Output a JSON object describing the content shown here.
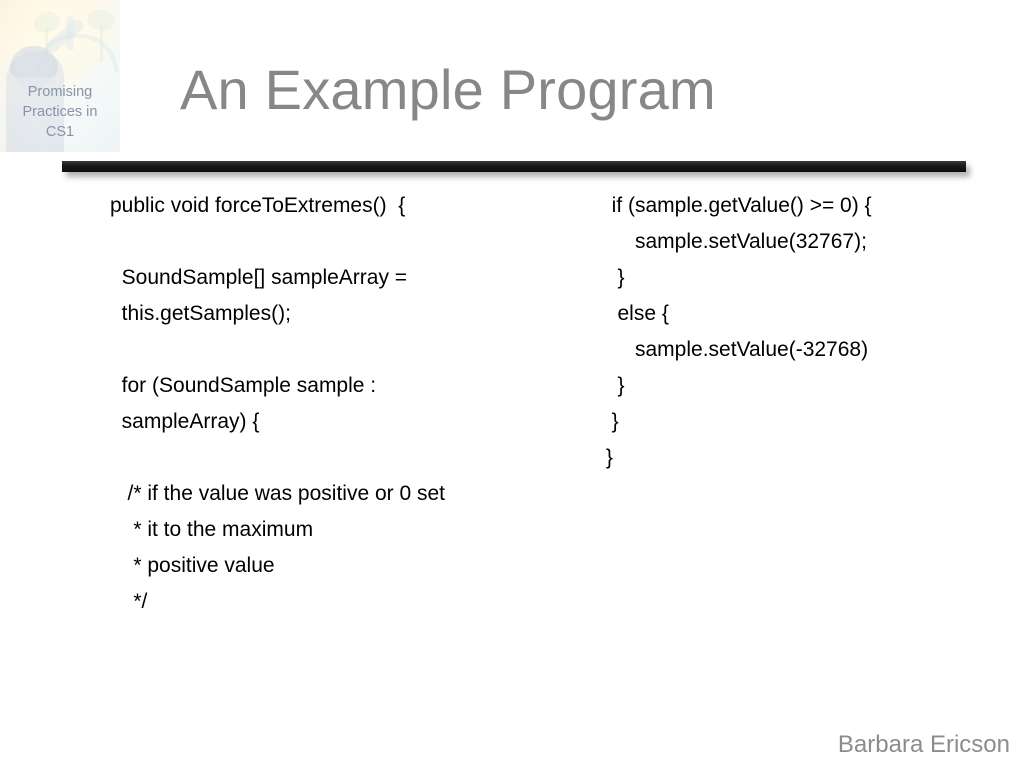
{
  "slide": {
    "title": "An Example Program",
    "author": "Barbara Ericson",
    "background_color": "#ffffff",
    "title_color": "#878787",
    "code_color": "#000000",
    "author_color": "#8c8c8c",
    "divider_color": "#1a1a1a"
  },
  "logo": {
    "text": "Promising\nPractices in\nCS1",
    "text_color": "#8a93a8"
  },
  "code_left": [
    {
      "text": "public void forceToExtremes()  {"
    },
    {
      "text": " "
    },
    {
      "text": "  SoundSample[] sampleArray ="
    },
    {
      "text": "  this.getSamples();"
    },
    {
      "text": " "
    },
    {
      "text": "  for (SoundSample sample :"
    },
    {
      "text": "  sampleArray) {"
    },
    {
      "text": " "
    },
    {
      "text": "   /* if the value was positive or 0 set"
    },
    {
      "text": "    * it to the maximum"
    },
    {
      "text": "    * positive value"
    },
    {
      "text": "    */"
    }
  ],
  "code_right": [
    {
      "text": "  if (sample.getValue() >= 0) {"
    },
    {
      "text": "      sample.setValue(32767);"
    },
    {
      "text": "   }"
    },
    {
      "text": "   else {"
    },
    {
      "text": "      sample.setValue(-32768)"
    },
    {
      "text": "   }"
    },
    {
      "text": "  }"
    },
    {
      "text": " }"
    }
  ]
}
